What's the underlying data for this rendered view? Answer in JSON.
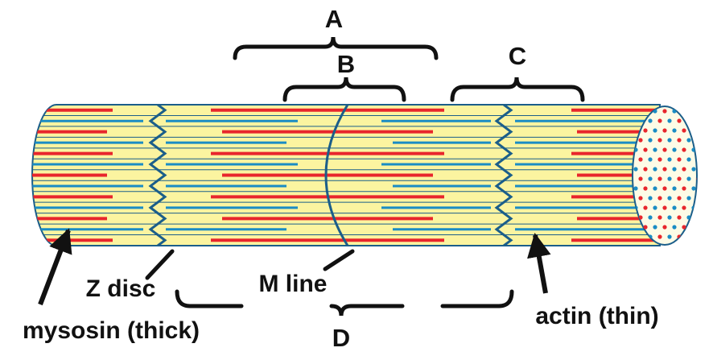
{
  "labels": {
    "a": "A",
    "b": "B",
    "c": "C",
    "d": "D",
    "z_disc": "Z disc",
    "m_line": "M line",
    "myosin": "mysosin (thick)",
    "actin": "actin (thin)"
  },
  "colors": {
    "thick_filament": "#e8262c",
    "thin_filament": "#1a8cc4",
    "fiber_fill": "#fbf4a0",
    "line": "#1b5e8a",
    "ink": "#111111"
  }
}
